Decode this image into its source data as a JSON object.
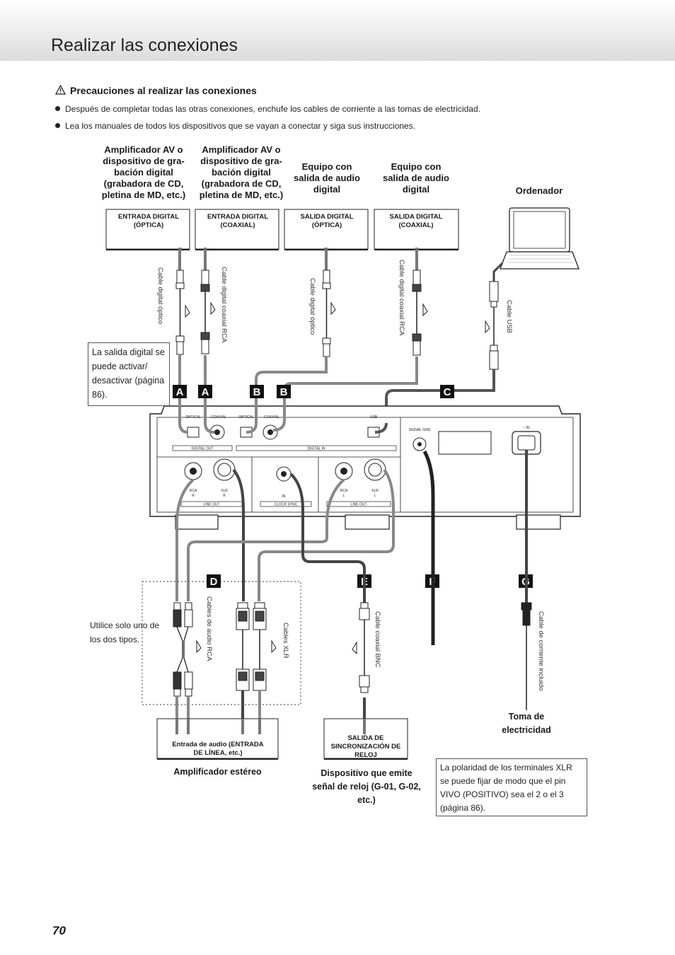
{
  "header": {
    "title": "Realizar las conexiones"
  },
  "precautions": {
    "heading": "Precauciones al realizar las conexiones",
    "items": [
      "Después de completar todas las otras conexiones, enchufe los cables de corriente a las tomas de electricidad.",
      "Lea los manuales de todos los dispositivos que se vayan a conectar y siga sus instrucciones."
    ]
  },
  "devices": {
    "amp_optical": "Amplificador AV o dispositivo de gra-bación digital (grabadora de CD, pletina de MD, etc.)",
    "amp_coaxial": "Amplificador AV o dispositivo de gra-bación digital (grabadora de CD, pletina de MD, etc.)",
    "src_optical": "Equipo con salida de audio digital",
    "src_coaxial": "Equipo con salida de audio digital",
    "computer": "Ordenador"
  },
  "boxes": {
    "in_optical": "ENTRADA DIGITAL (ÓPTICA)",
    "in_coaxial": "ENTRADA DIGITAL (COAXIAL)",
    "out_optical": "SALIDA DIGITAL (ÓPTICA)",
    "out_coaxial": "SALIDA DIGITAL (COAXIAL)",
    "stereo_in": "Entrada de audio (ENTRADA DE LÍNEA, etc.)",
    "clock_out": "SALIDA DE SINCRONIZACIÓN DE RELOJ"
  },
  "cables": {
    "optical1": "Cable digital óptico",
    "coaxial1": "Cable digital coaxial RCA",
    "optical2": "Cable digital óptico",
    "coaxial2": "Cable digital coaxial RCA",
    "usb": "Cable USB",
    "rca": "Cables de audio RCA",
    "xlr": "Cables XLR",
    "bnc": "Cable coaxial BNC",
    "power": "Cable de corriente incluido"
  },
  "letters": {
    "a": "A",
    "b": "B",
    "c": "C",
    "d": "D",
    "e": "E",
    "f": "F",
    "g": "G"
  },
  "panel": {
    "optical": "OPTICAL",
    "coaxial": "COAXIAL",
    "usb": "USB",
    "digital_out": "DIGITAL OUT",
    "digital_in": "DIGITAL IN",
    "signal_gnd": "SIGNAL GND",
    "ac_in": "~ IN",
    "rca": "RCA",
    "xlr": "XLR",
    "in": "IN",
    "r": "R",
    "l": "L",
    "line_out": "LINE OUT",
    "clock_sync": "CLOCK SYNC"
  },
  "notes": {
    "digital_output": "La salida digital se puede activar/ desactivar (página 86).",
    "one_type": "Utilice solo uno de los dos tipos.",
    "xlr_polarity": "La polaridad de los terminales XLR se puede fijar de modo que el pin VIVO (POSITIVO) sea el 2 o el 3 (página 86)."
  },
  "captions": {
    "stereo_amp": "Amplificador estéreo",
    "clock_device": "Dispositivo que emite señal de reloj (G-01, G-02, etc.)",
    "outlet": "Toma de electricidad"
  },
  "page_number": "70"
}
